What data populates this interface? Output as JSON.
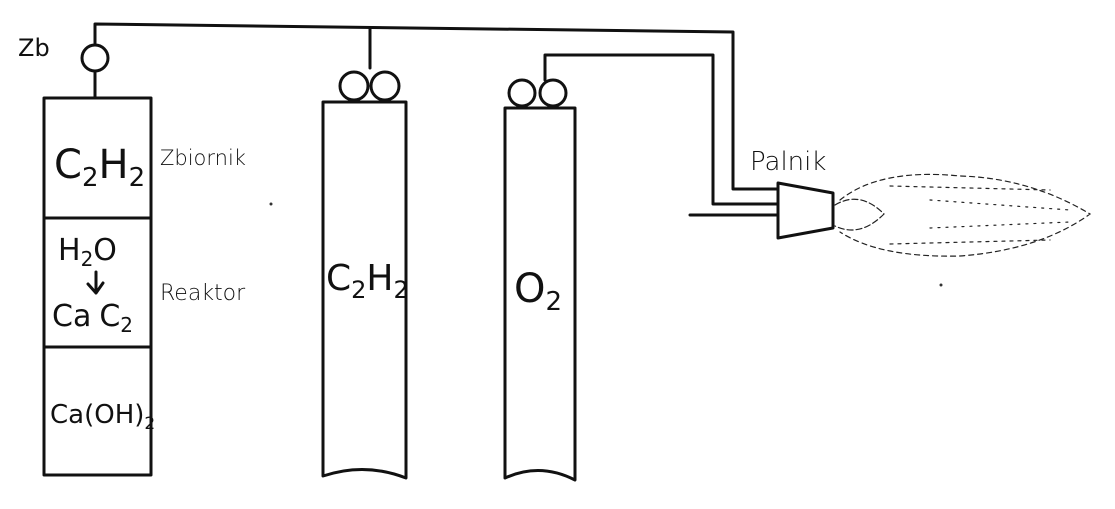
{
  "diagram": {
    "valve_label": "Zb",
    "tank": {
      "top_formula": {
        "base1": "C",
        "sub1": "2",
        "base2": "H",
        "sub2": "2"
      },
      "top_label": "Zbiornik",
      "mid_formula_top": {
        "base1": "H",
        "sub1": "2",
        "base2": "O"
      },
      "mid_formula_bottom": {
        "base1": "Ca",
        "base2": "C",
        "sub2": "2"
      },
      "mid_label": "Reaktor",
      "bottom_formula": {
        "base1": "Ca(OH)",
        "sub1": "2"
      }
    },
    "cylinder_acetylene": {
      "base1": "C",
      "sub1": "2",
      "base2": "H",
      "sub2": "2"
    },
    "cylinder_oxygen": {
      "base1": "O",
      "sub1": "2"
    },
    "burner_label": "Palnik"
  }
}
